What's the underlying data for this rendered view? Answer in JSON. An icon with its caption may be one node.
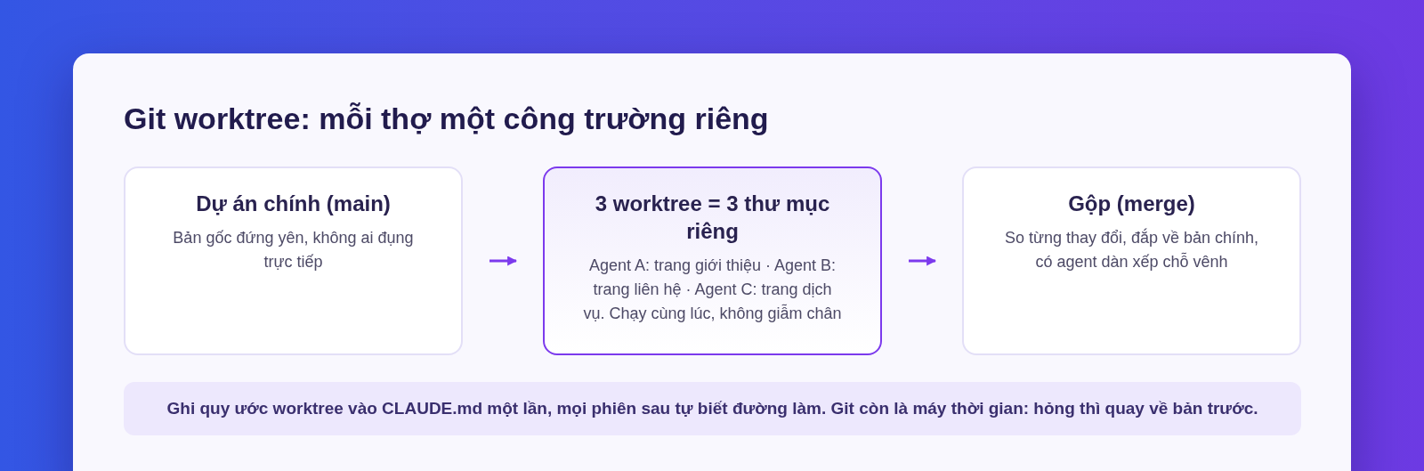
{
  "diagram": {
    "title": "Git worktree: mỗi thợ một công trường riêng",
    "nodes": [
      {
        "text": [
          "Dự án chính (main)",
          "Bản gốc đứng yên, không ai đụng trực tiếp"
        ]
      },
      {
        "text": [
          "3 worktree = 3 thư mục riêng",
          "Agent A: trang giới thiệu · Agent B: trang liên hệ · Agent C: trang dịch vụ. Chạy cùng lúc, không giẫm chân"
        ]
      },
      {
        "text": [
          "Gộp (merge)",
          "So từng thay đổi, đắp về bản chính, có agent dàn xếp chỗ vênh"
        ]
      },
      {
        "text": [
          "Ghi quy ước worktree vào CLAUDE.md một lần, mọi phiên sau tự biết đường làm. Git còn là máy thời gian: hỏng thì quay về bản trước."
        ]
      }
    ],
    "edges": [
      {
        "from": 0,
        "to": 1,
        "arrow": "to"
      },
      {
        "from": 1,
        "to": 2,
        "arrow": "to"
      }
    ]
  }
}
